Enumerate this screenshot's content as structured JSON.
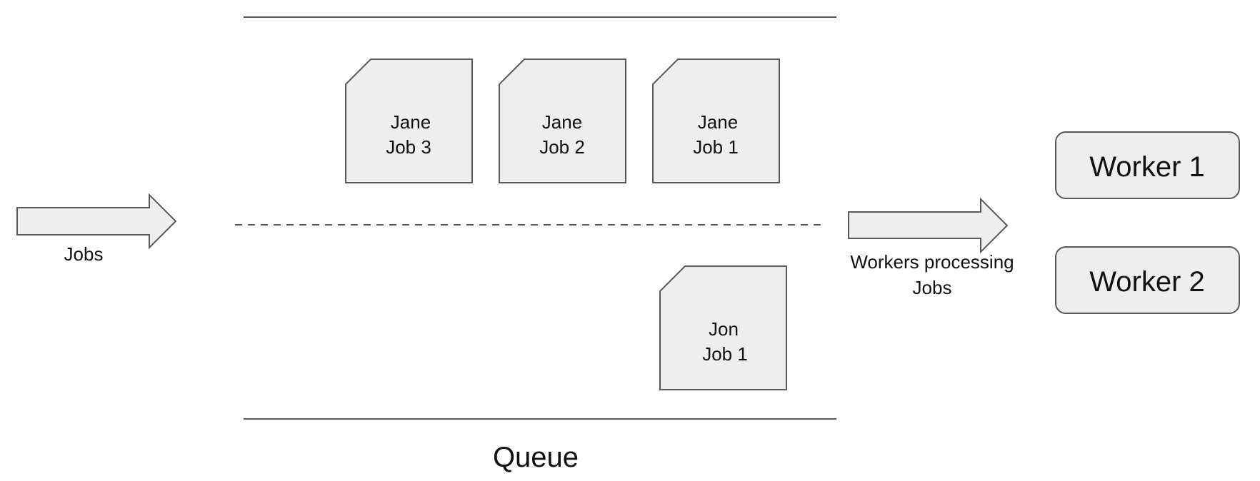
{
  "input_arrow": {
    "label": "Jobs",
    "icon": "right-arrow-icon"
  },
  "queue": {
    "label": "Queue",
    "top_lane_jobs": [
      {
        "owner": "Jane",
        "job": "Job 3"
      },
      {
        "owner": "Jane",
        "job": "Job 2"
      },
      {
        "owner": "Jane",
        "job": "Job 1"
      }
    ],
    "bottom_lane_jobs": [
      {
        "owner": "Jon",
        "job": "Job 1"
      }
    ]
  },
  "processing_arrow": {
    "label_line1": "Workers processing",
    "label_line2": "Jobs",
    "icon": "right-arrow-icon"
  },
  "workers": [
    {
      "label": "Worker 1"
    },
    {
      "label": "Worker 2"
    }
  ],
  "colors": {
    "shape_fill": "#eeeeee",
    "stroke": "#595959",
    "text": "#111111",
    "background": "#ffffff"
  }
}
